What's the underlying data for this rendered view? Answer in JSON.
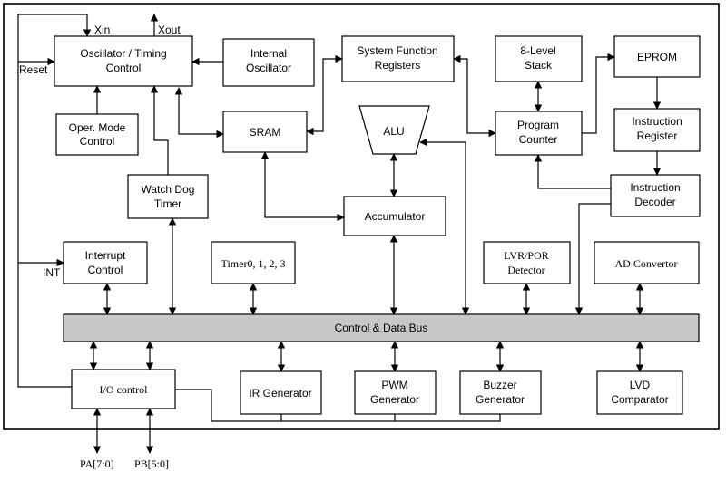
{
  "blocks": {
    "osc_timing": [
      "Oscillator / Timing",
      "Control"
    ],
    "internal_osc": [
      "Internal",
      "Oscillator"
    ],
    "sys_func_reg": [
      "System Function",
      "Registers"
    ],
    "stack": [
      "8-Level",
      "Stack"
    ],
    "eprom": [
      "EPROM"
    ],
    "oper_mode": [
      "Oper. Mode",
      "Control"
    ],
    "sram": [
      "SRAM"
    ],
    "alu": [
      "ALU"
    ],
    "program_counter": [
      "Program",
      "Counter"
    ],
    "instruction_register": [
      "Instruction",
      "Register"
    ],
    "watchdog": [
      "Watch Dog",
      "Timer"
    ],
    "accumulator": [
      "Accumulator"
    ],
    "instruction_decoder": [
      "Instruction",
      "Decoder"
    ],
    "interrupt": [
      "Interrupt",
      "Control"
    ],
    "timers": [
      "Timer0, 1, 2, 3"
    ],
    "lvr_por": [
      "LVR/POR",
      "Detector"
    ],
    "ad_convertor": [
      "AD Convertor"
    ],
    "bus": [
      "Control  & Data Bus"
    ],
    "io_control": [
      "I/O control"
    ],
    "ir_generator": [
      "IR Generator"
    ],
    "pwm_generator": [
      "PWM",
      "Generator"
    ],
    "buzzer_generator": [
      "Buzzer",
      "Generator"
    ],
    "lvd_comparator": [
      "LVD",
      "Comparator"
    ]
  },
  "signals": {
    "xin": "Xin",
    "xout": "Xout",
    "reset": "Reset",
    "int": "INT",
    "pa": "PA[7:0]",
    "pb": "PB[5:0]"
  }
}
